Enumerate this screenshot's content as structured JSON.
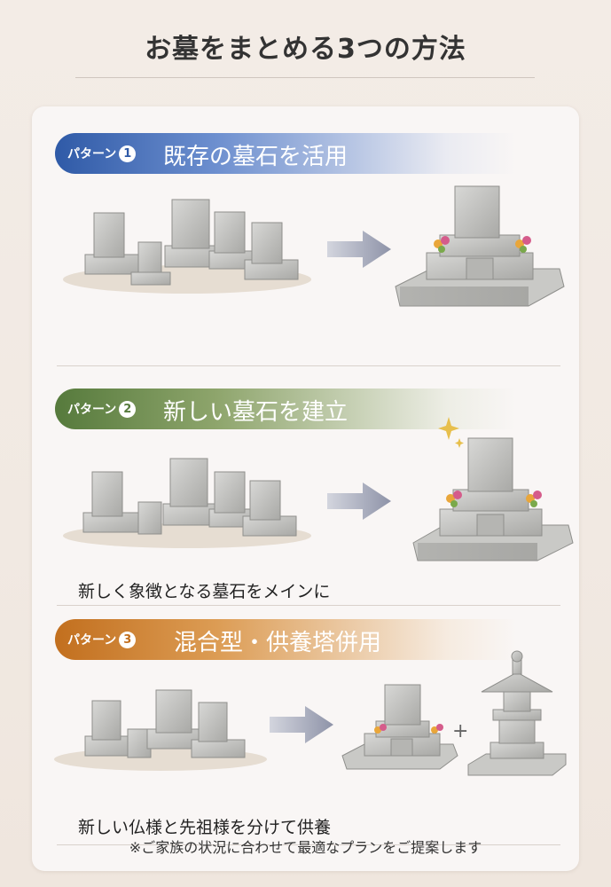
{
  "title": "お墓をまとめる3つの方法",
  "patterns": [
    {
      "tag": "パターン",
      "number": "1",
      "title": "既存の墓石を活用",
      "description": "",
      "color": "#2f5aa7"
    },
    {
      "tag": "パターン",
      "number": "2",
      "title": "新しい墓石を建立",
      "description": "新しく象徴となる墓石をメインに",
      "color": "#567a3c"
    },
    {
      "tag": "パターン",
      "number": "3",
      "title": "混合型・供養塔併用",
      "description": "新しい仏様と先祖様を分けて供養",
      "color": "#c26f1e"
    }
  ],
  "plus_sign": "+",
  "footer_note": "※ご家族の状況に合わせて最適なプランをご提案します",
  "icons": [
    "old-gravestones-illustration",
    "arrow-right-icon",
    "new-gravestone-illustration",
    "sparkle-icon",
    "stone-pagoda-illustration"
  ]
}
